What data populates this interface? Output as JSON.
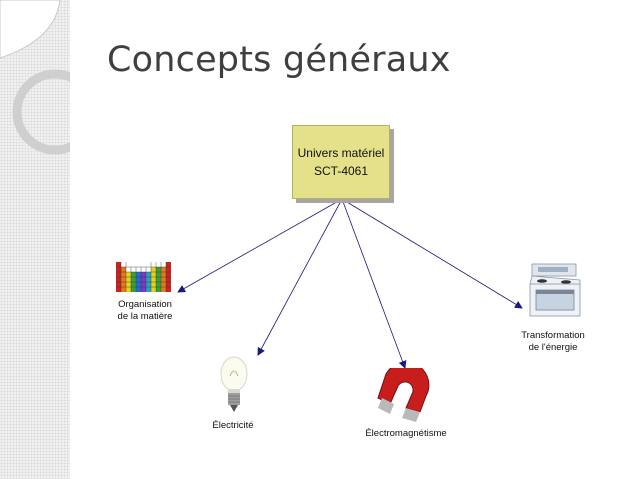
{
  "slide": {
    "title": "Concepts généraux"
  },
  "diagram": {
    "root": {
      "line1": "Univers matériel",
      "line2": "SCT-4061",
      "fill": "#e5e18a"
    },
    "edge_color": "#1a1a7a",
    "children": [
      {
        "id": "organisation",
        "line1": "Organisation",
        "line2": "de la matière",
        "icon": "periodic-table-icon"
      },
      {
        "id": "electricite",
        "line1": "Électricité",
        "icon": "light-bulb-icon"
      },
      {
        "id": "electromagnetisme",
        "line1": "Électromagnétisme",
        "icon": "horseshoe-magnet-icon"
      },
      {
        "id": "transformation",
        "line1": "Transformation",
        "line2": "de l'énergie",
        "icon": "stove-icon"
      }
    ]
  }
}
